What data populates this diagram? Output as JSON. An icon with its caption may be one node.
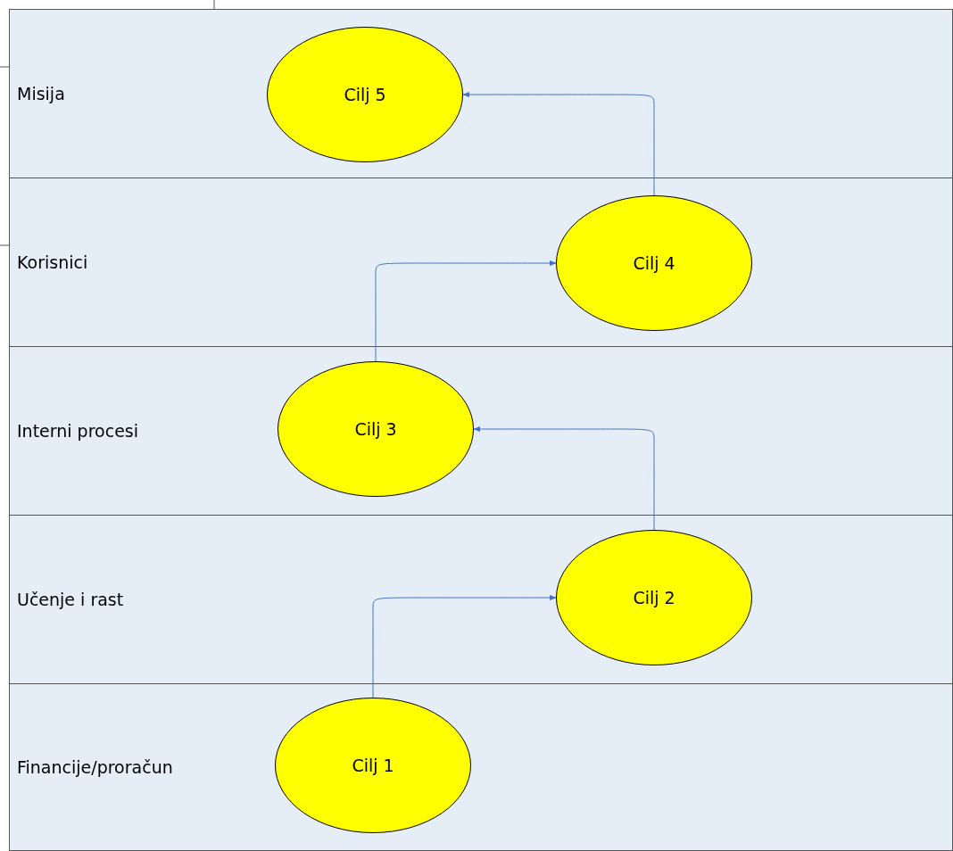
{
  "diagram": {
    "nodes": [
      {
        "text": [
          "Misija"
        ]
      },
      {
        "text": [
          "Cilj 5"
        ],
        "in": 0
      },
      {
        "text": [
          "Korisnici"
        ]
      },
      {
        "text": [
          "Cilj 4"
        ],
        "in": 2
      },
      {
        "text": [
          "Interni procesi"
        ]
      },
      {
        "text": [
          "Cilj 3"
        ],
        "in": 4
      },
      {
        "text": [
          "Učenje i rast"
        ]
      },
      {
        "text": [
          "Cilj 2"
        ],
        "in": 6
      },
      {
        "text": [
          "Financije/proračun"
        ]
      },
      {
        "text": [
          "Cilj 1"
        ],
        "in": 8
      }
    ],
    "edges": [
      {
        "from": 9,
        "to": 7,
        "arrow": "to"
      },
      {
        "from": 7,
        "to": 5,
        "arrow": "to"
      },
      {
        "from": 5,
        "to": 3,
        "arrow": "to"
      },
      {
        "from": 3,
        "to": 1,
        "arrow": "to"
      }
    ]
  }
}
